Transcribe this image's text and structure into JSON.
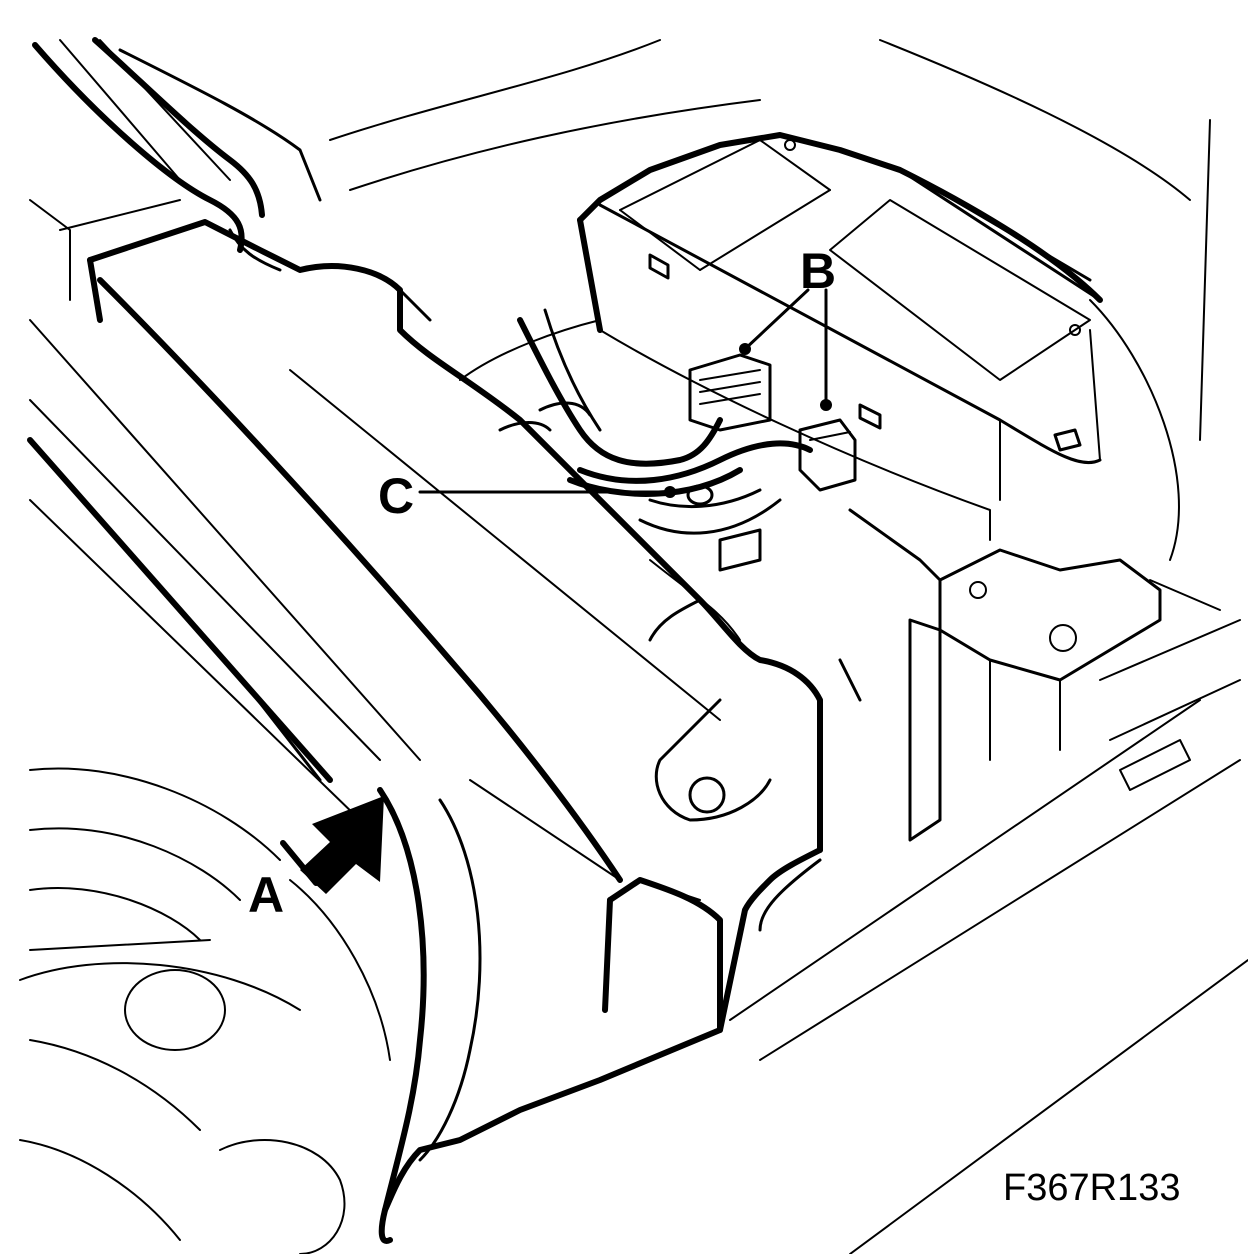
{
  "labels": {
    "a": "A",
    "b": "B",
    "c": "C"
  },
  "figure_code": "F367R133",
  "colors": {
    "ink": "#000000",
    "paper": "#ffffff"
  }
}
